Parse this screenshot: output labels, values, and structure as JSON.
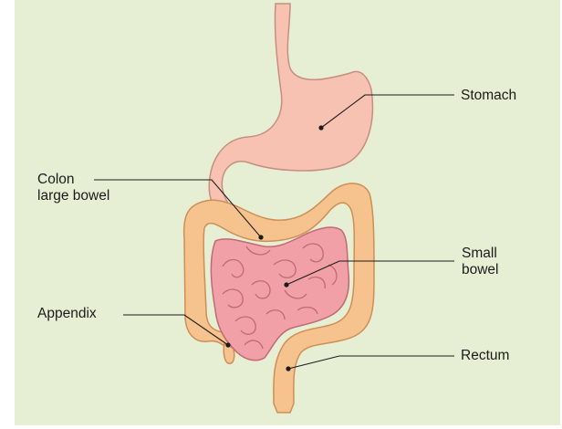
{
  "diagram": {
    "labels": {
      "stomach": "Stomach",
      "colon_line1": "Colon",
      "colon_line2": "large bowel",
      "small_bowel_line1": "Small",
      "small_bowel_line2": "bowel",
      "appendix": "Appendix",
      "rectum": "Rectum"
    },
    "colors": {
      "background": "#e6efd4",
      "stomach_fill": "#f7c2b2",
      "stomach_stroke": "#c58f80",
      "colon_fill": "#f6c38f",
      "colon_stroke": "#cd8f55",
      "small_bowel_fill": "#f0a0a6",
      "small_bowel_stroke": "#c06a73",
      "leader_line": "#1b1b1b"
    }
  }
}
